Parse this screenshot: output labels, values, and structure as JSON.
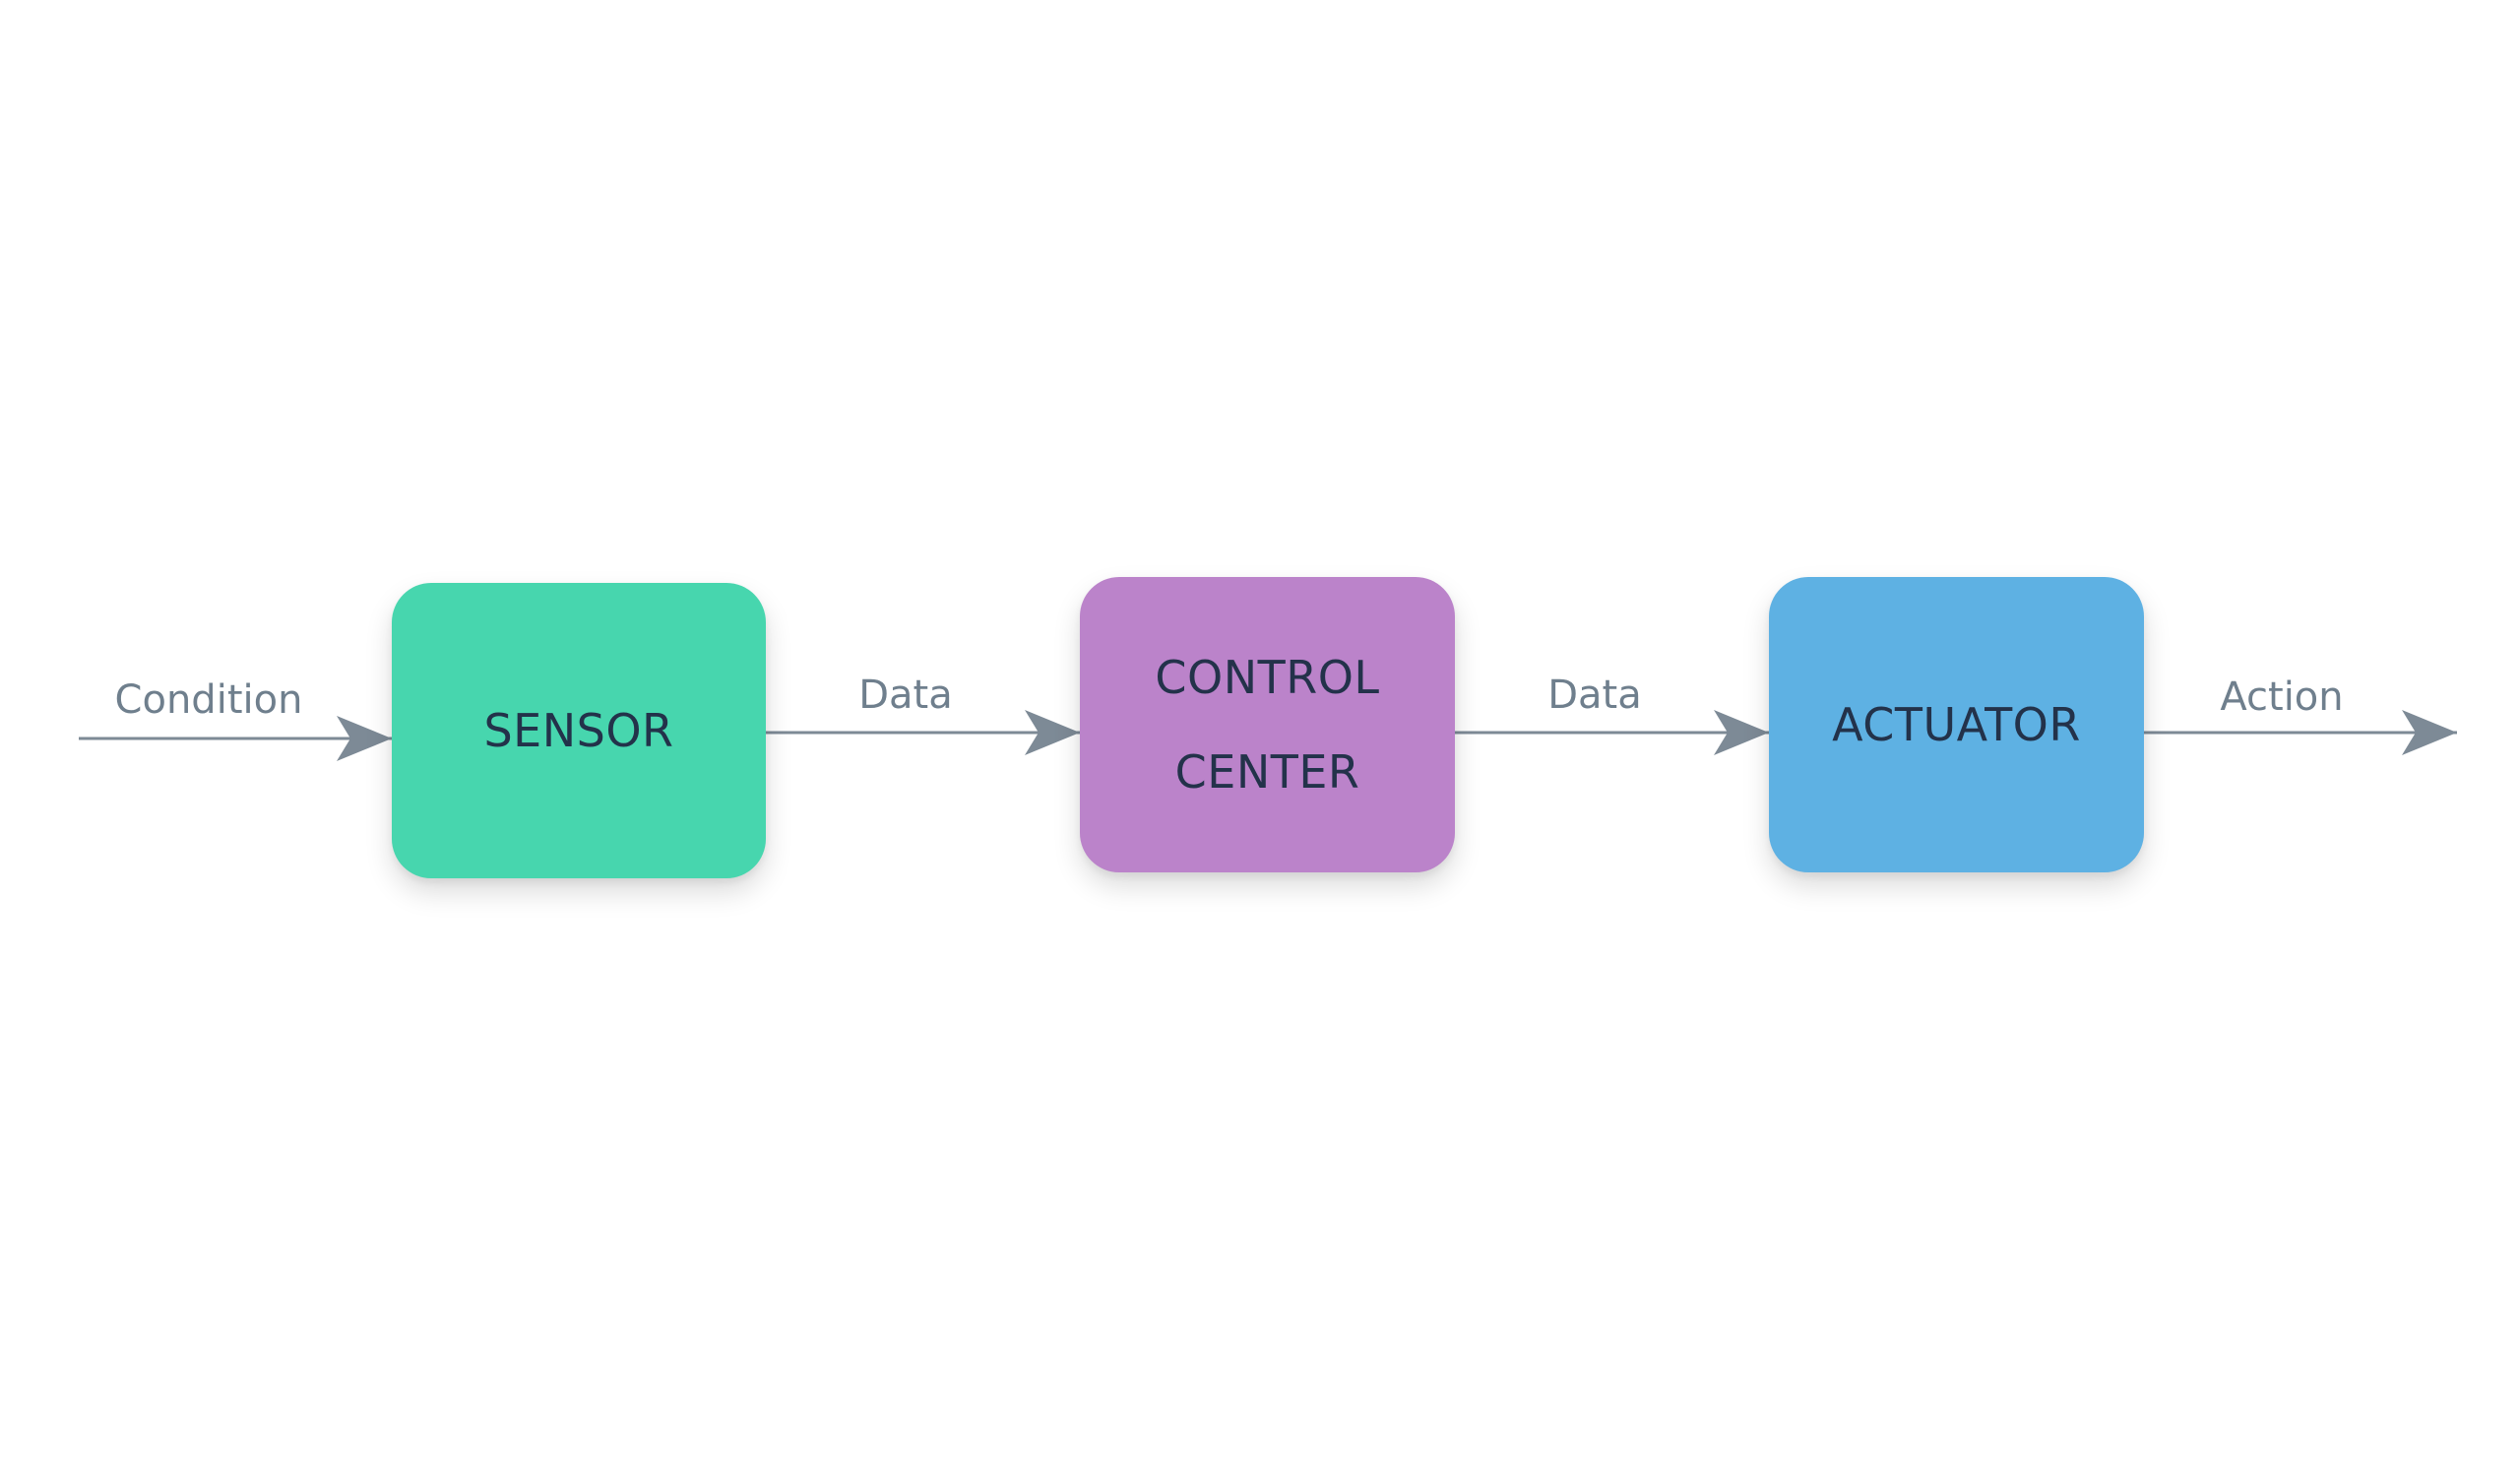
{
  "nodes": [
    {
      "id": "sensor",
      "lines": [
        "SENSOR"
      ],
      "color": "#47d6ae"
    },
    {
      "id": "control-center",
      "lines": [
        "CONTROL",
        "CENTER"
      ],
      "color": "#bb83ca"
    },
    {
      "id": "actuator",
      "lines": [
        "ACTUATOR"
      ],
      "color": "#5eb1e3"
    }
  ],
  "edges": [
    {
      "id": "condition",
      "label": "Condition"
    },
    {
      "id": "data-1",
      "label": "Data"
    },
    {
      "id": "data-2",
      "label": "Data"
    },
    {
      "id": "action",
      "label": "Action"
    }
  ],
  "colors": {
    "arrow": "#7d8a96",
    "edge_label": "#6f7f8d",
    "node_text": "#23324a"
  }
}
